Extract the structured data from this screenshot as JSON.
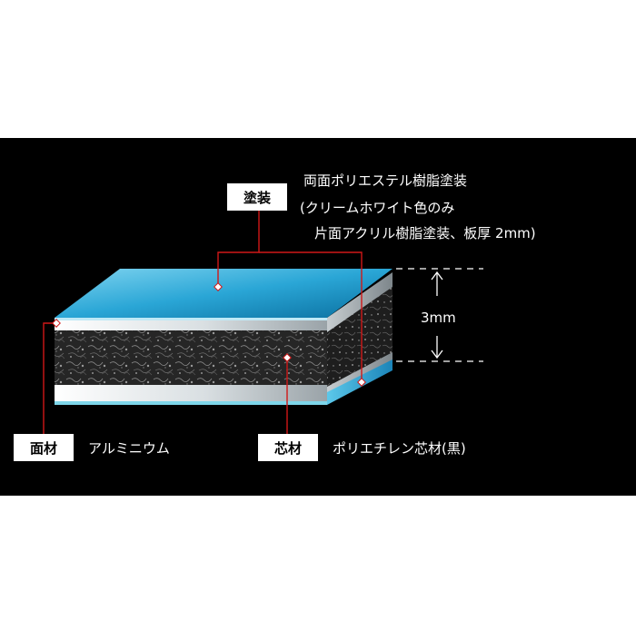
{
  "labels": {
    "coating_tag": "塗装",
    "coating_desc_line1": "両面ポリエステル樹脂塗装",
    "coating_desc_line2": "(クリームホワイト色のみ",
    "coating_desc_line3": "片面アクリル樹脂塗装、板厚 2mm)",
    "thickness": "3mm",
    "face_tag": "面材",
    "face_desc": "アルミニウム",
    "core_tag": "芯材",
    "core_desc": "ポリエチレン芯材(黒)"
  },
  "colors": {
    "background": "#000000",
    "pointer_line": "#d01818",
    "tag_background": "#ffffff",
    "tag_text": "#000000",
    "description_text": "#ffffff",
    "dashed_guide": "#ffffff",
    "coating_top": "#2aa6d6",
    "aluminum_band": "#e8eef0",
    "core": "#2b2b2b"
  },
  "icons": {
    "pointer_marker": "diamond-marker-icon",
    "thickness_arrows": "up-down-arrow-icon"
  }
}
